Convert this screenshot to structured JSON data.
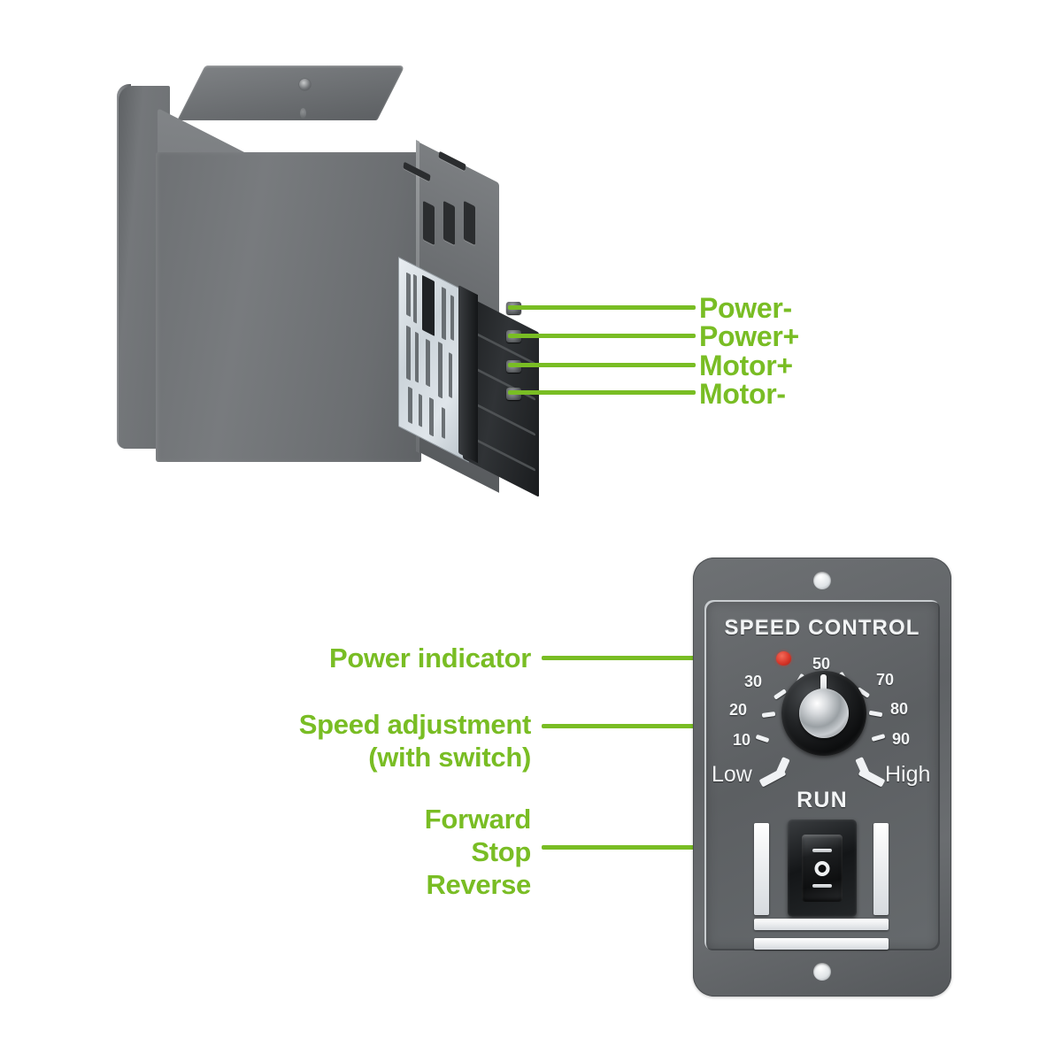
{
  "diagram": {
    "title": "DC motor speed controller annotated product diagram",
    "accent_color": "#79bd24",
    "led_color": "#d8372a",
    "panel_color": "#626568",
    "body_color": "#6f7275"
  },
  "terminal_callouts": {
    "items": [
      {
        "label": "Power-",
        "name": "power-negative"
      },
      {
        "label": "Power+",
        "name": "power-positive"
      },
      {
        "label": "Motor+",
        "name": "motor-positive"
      },
      {
        "label": "Motor-",
        "name": "motor-negative"
      }
    ]
  },
  "panel_callouts": {
    "items": [
      {
        "lines": [
          "Power indicator"
        ],
        "name": "power-indicator"
      },
      {
        "lines": [
          "Speed adjustment",
          "(with switch)"
        ],
        "name": "speed-adjustment"
      },
      {
        "lines": [
          "Forward",
          "Stop",
          "Reverse"
        ],
        "name": "forward-stop-reverse"
      }
    ]
  },
  "control_panel": {
    "title": "SPEED CONTROL",
    "run_label": "RUN",
    "low_label": "Low",
    "high_label": "High",
    "scale_numbers": [
      "10",
      "20",
      "30",
      "50",
      "70",
      "80",
      "90"
    ],
    "switch": {
      "top_mark": "—",
      "center_mark": "O",
      "bottom_mark": "—"
    }
  }
}
